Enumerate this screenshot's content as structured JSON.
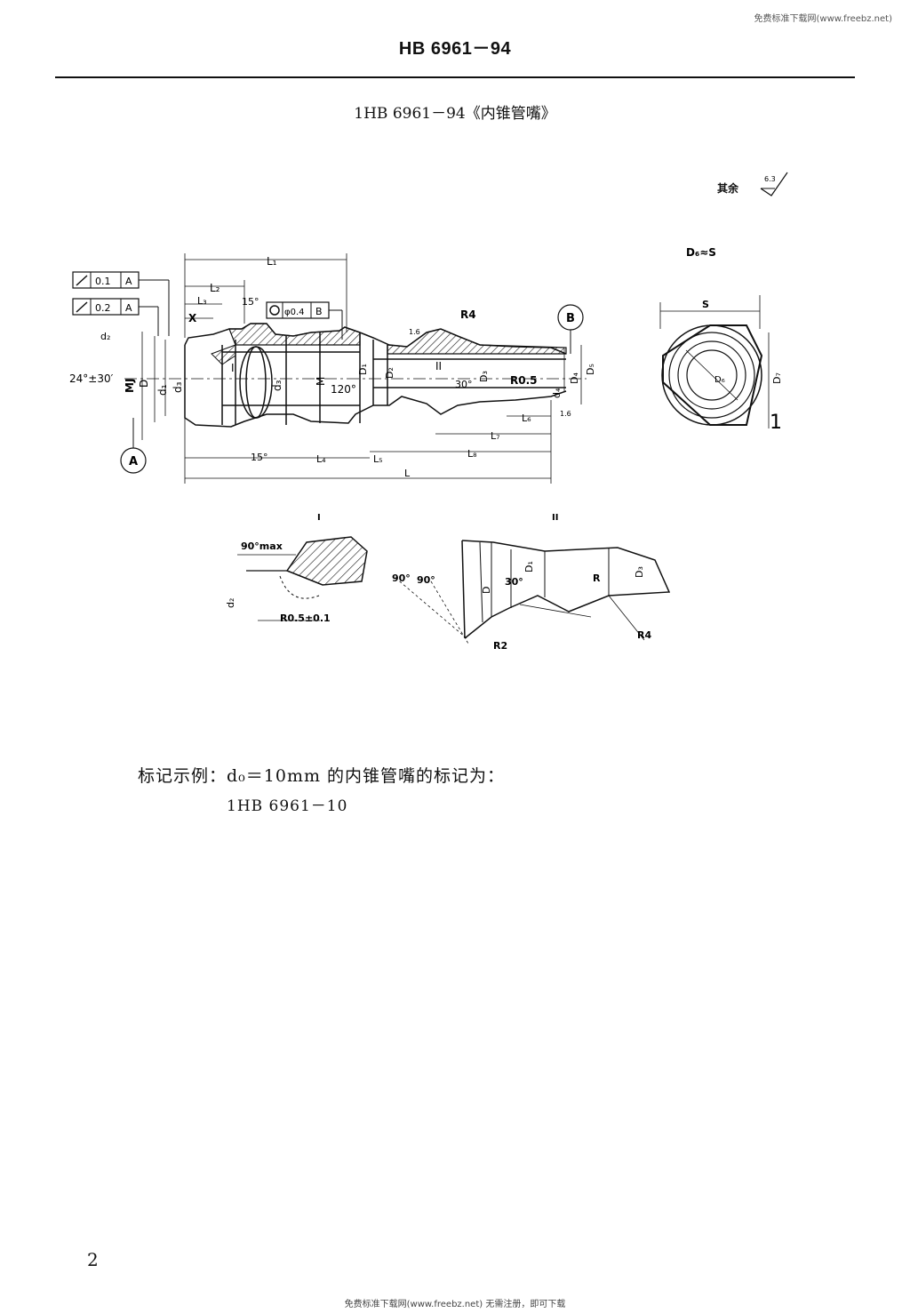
{
  "watermark_top": "免费标准下载网(www.freebz.net)",
  "header": {
    "standard_no": "HB 6961－94"
  },
  "title": "1HB 6961－94《内锥管嘴》",
  "roughness": {
    "label": "其余",
    "value": "6.3"
  },
  "drawing": {
    "main_labels": {
      "L1": "L₁",
      "L2": "L₂",
      "L3": "L₃",
      "L4": "L₄",
      "L5": "L₅",
      "L6": "L₆",
      "L7": "L₇",
      "L8": "L₈",
      "L": "L",
      "X": "X",
      "angle_24": "24°±30′",
      "angle_15_top": "15°",
      "angle_15_bottom": "15°",
      "angle_120": "120°",
      "angle_30": "30°",
      "MJ": "MJ",
      "D": "D",
      "d1": "d₁",
      "d2": "d₂",
      "d3": "d₃",
      "M": "M",
      "D1": "D₁",
      "D2": "D₂",
      "D3": "D₃",
      "D4": "D₄",
      "D5": "D₅",
      "d4": "d₄",
      "R4": "R4",
      "R05": "R0.5",
      "rough_16": "1.6",
      "rough_16b": "1.6",
      "detail_I": "I",
      "detail_II": "II",
      "datum_A": "A",
      "datum_B": "B",
      "fcf1_value": "0.1",
      "fcf1_ref": "A",
      "fcf2_value": "0.2",
      "fcf2_ref": "A",
      "pos_value": "φ0.4",
      "pos_ref": "B"
    },
    "hex_view": {
      "title": "D₆≈S",
      "S": "S",
      "D6": "D₆",
      "D7": "D₇",
      "marker": "1"
    },
    "detail_I": {
      "title": "I",
      "angle": "90°max",
      "radius": "R0.5±0.1",
      "d2": "d₂"
    },
    "detail_II": {
      "title": "II",
      "angle_a": "90°",
      "angle_b": "90°",
      "angle_c": "30°",
      "D": "D",
      "D1": "D₁",
      "D3": "D₃",
      "R": "R",
      "R2": "R2",
      "R4": "R4"
    }
  },
  "marking": {
    "line1": "标记示例：d₀＝10mm 的内锥管嘴的标记为：",
    "line2": "1HB 6961－10"
  },
  "page_number": "2",
  "watermark_bottom": "免费标准下载网(www.freebz.net) 无需注册，即可下载"
}
